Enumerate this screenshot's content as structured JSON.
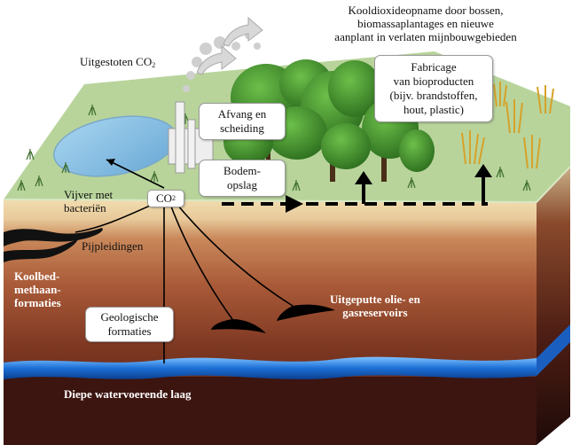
{
  "labels": {
    "top_right_line1": "Kooldioxideopname door bossen,",
    "top_right_line2": "biomassaplantages en nieuwe",
    "top_right_line3": "aanplant in verlaten mijnbouwgebieden",
    "emitted_co2": "Uitgestoten CO",
    "emitted_co2_sub": "2",
    "pond_line1": "Vijver met",
    "pond_line2": "bacteriën",
    "co2_tag": "CO",
    "co2_tag_sub": "2",
    "pipelines": "Pijpleidingen",
    "coalbed_line1": "Koolbed-",
    "coalbed_line2": "methaan-",
    "coalbed_line3": "formaties",
    "depleted_line1": "Uitgeputte olie- en",
    "depleted_line2": "gasreservoirs",
    "aquifer": "Diepe watervoerende laag"
  },
  "boxes": {
    "capture_line1": "Afvang en",
    "capture_line2": "scheiding",
    "soil_line1": "Bodem-",
    "soil_line2": "opslag",
    "bioproducts_line1": "Fabricage",
    "bioproducts_line2": "van bioproducten",
    "bioproducts_line3": "(bijv. brandstoffen,",
    "bioproducts_line4": "hout, plastic)",
    "geological_line1": "Geologische",
    "geological_line2": "formaties"
  },
  "colors": {
    "grass": "#b7d39a",
    "soil_top": "#eed9a9",
    "soil_mid": "#b9794e",
    "soil_deep": "#7a3620",
    "bedrock": "#3e1712",
    "water": "#1d6fd6",
    "pond": "#8cc3e6",
    "trees": "#3f8a2c",
    "wheat": "#e5b43a",
    "arrow": "#000000"
  }
}
